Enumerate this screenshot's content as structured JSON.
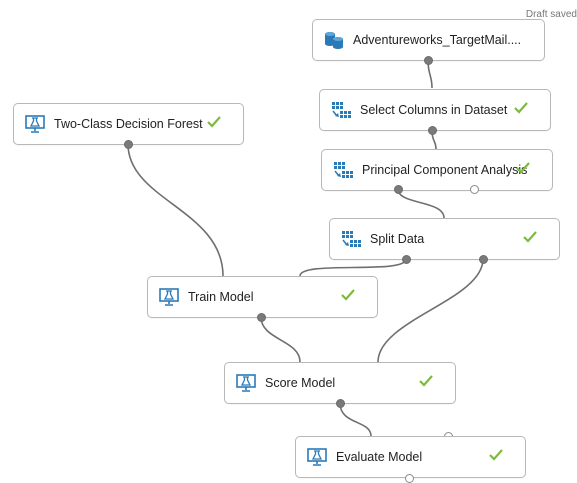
{
  "status": "Draft saved",
  "colors": {
    "check": "#7cbb3b",
    "icon": "#2a7ab8",
    "wire": "#6f6f6f"
  },
  "nodes": {
    "adventureworks": {
      "label": "Adventureworks_TargetMail....",
      "icon": "database-icon",
      "completed": false
    },
    "select_columns": {
      "label": "Select Columns in Dataset",
      "icon": "table-transform-icon",
      "completed": true
    },
    "pca": {
      "label": "Principal Component Analysis",
      "icon": "table-transform-icon",
      "completed": true
    },
    "split_data": {
      "label": "Split Data",
      "icon": "table-transform-icon",
      "completed": true
    },
    "decision_forest": {
      "label": "Two-Class Decision Forest",
      "icon": "model-flask-icon",
      "completed": true
    },
    "train_model": {
      "label": "Train Model",
      "icon": "model-flask-icon",
      "completed": true
    },
    "score_model": {
      "label": "Score Model",
      "icon": "model-flask-icon",
      "completed": true
    },
    "evaluate_model": {
      "label": "Evaluate Model",
      "icon": "model-flask-icon",
      "completed": true
    }
  }
}
